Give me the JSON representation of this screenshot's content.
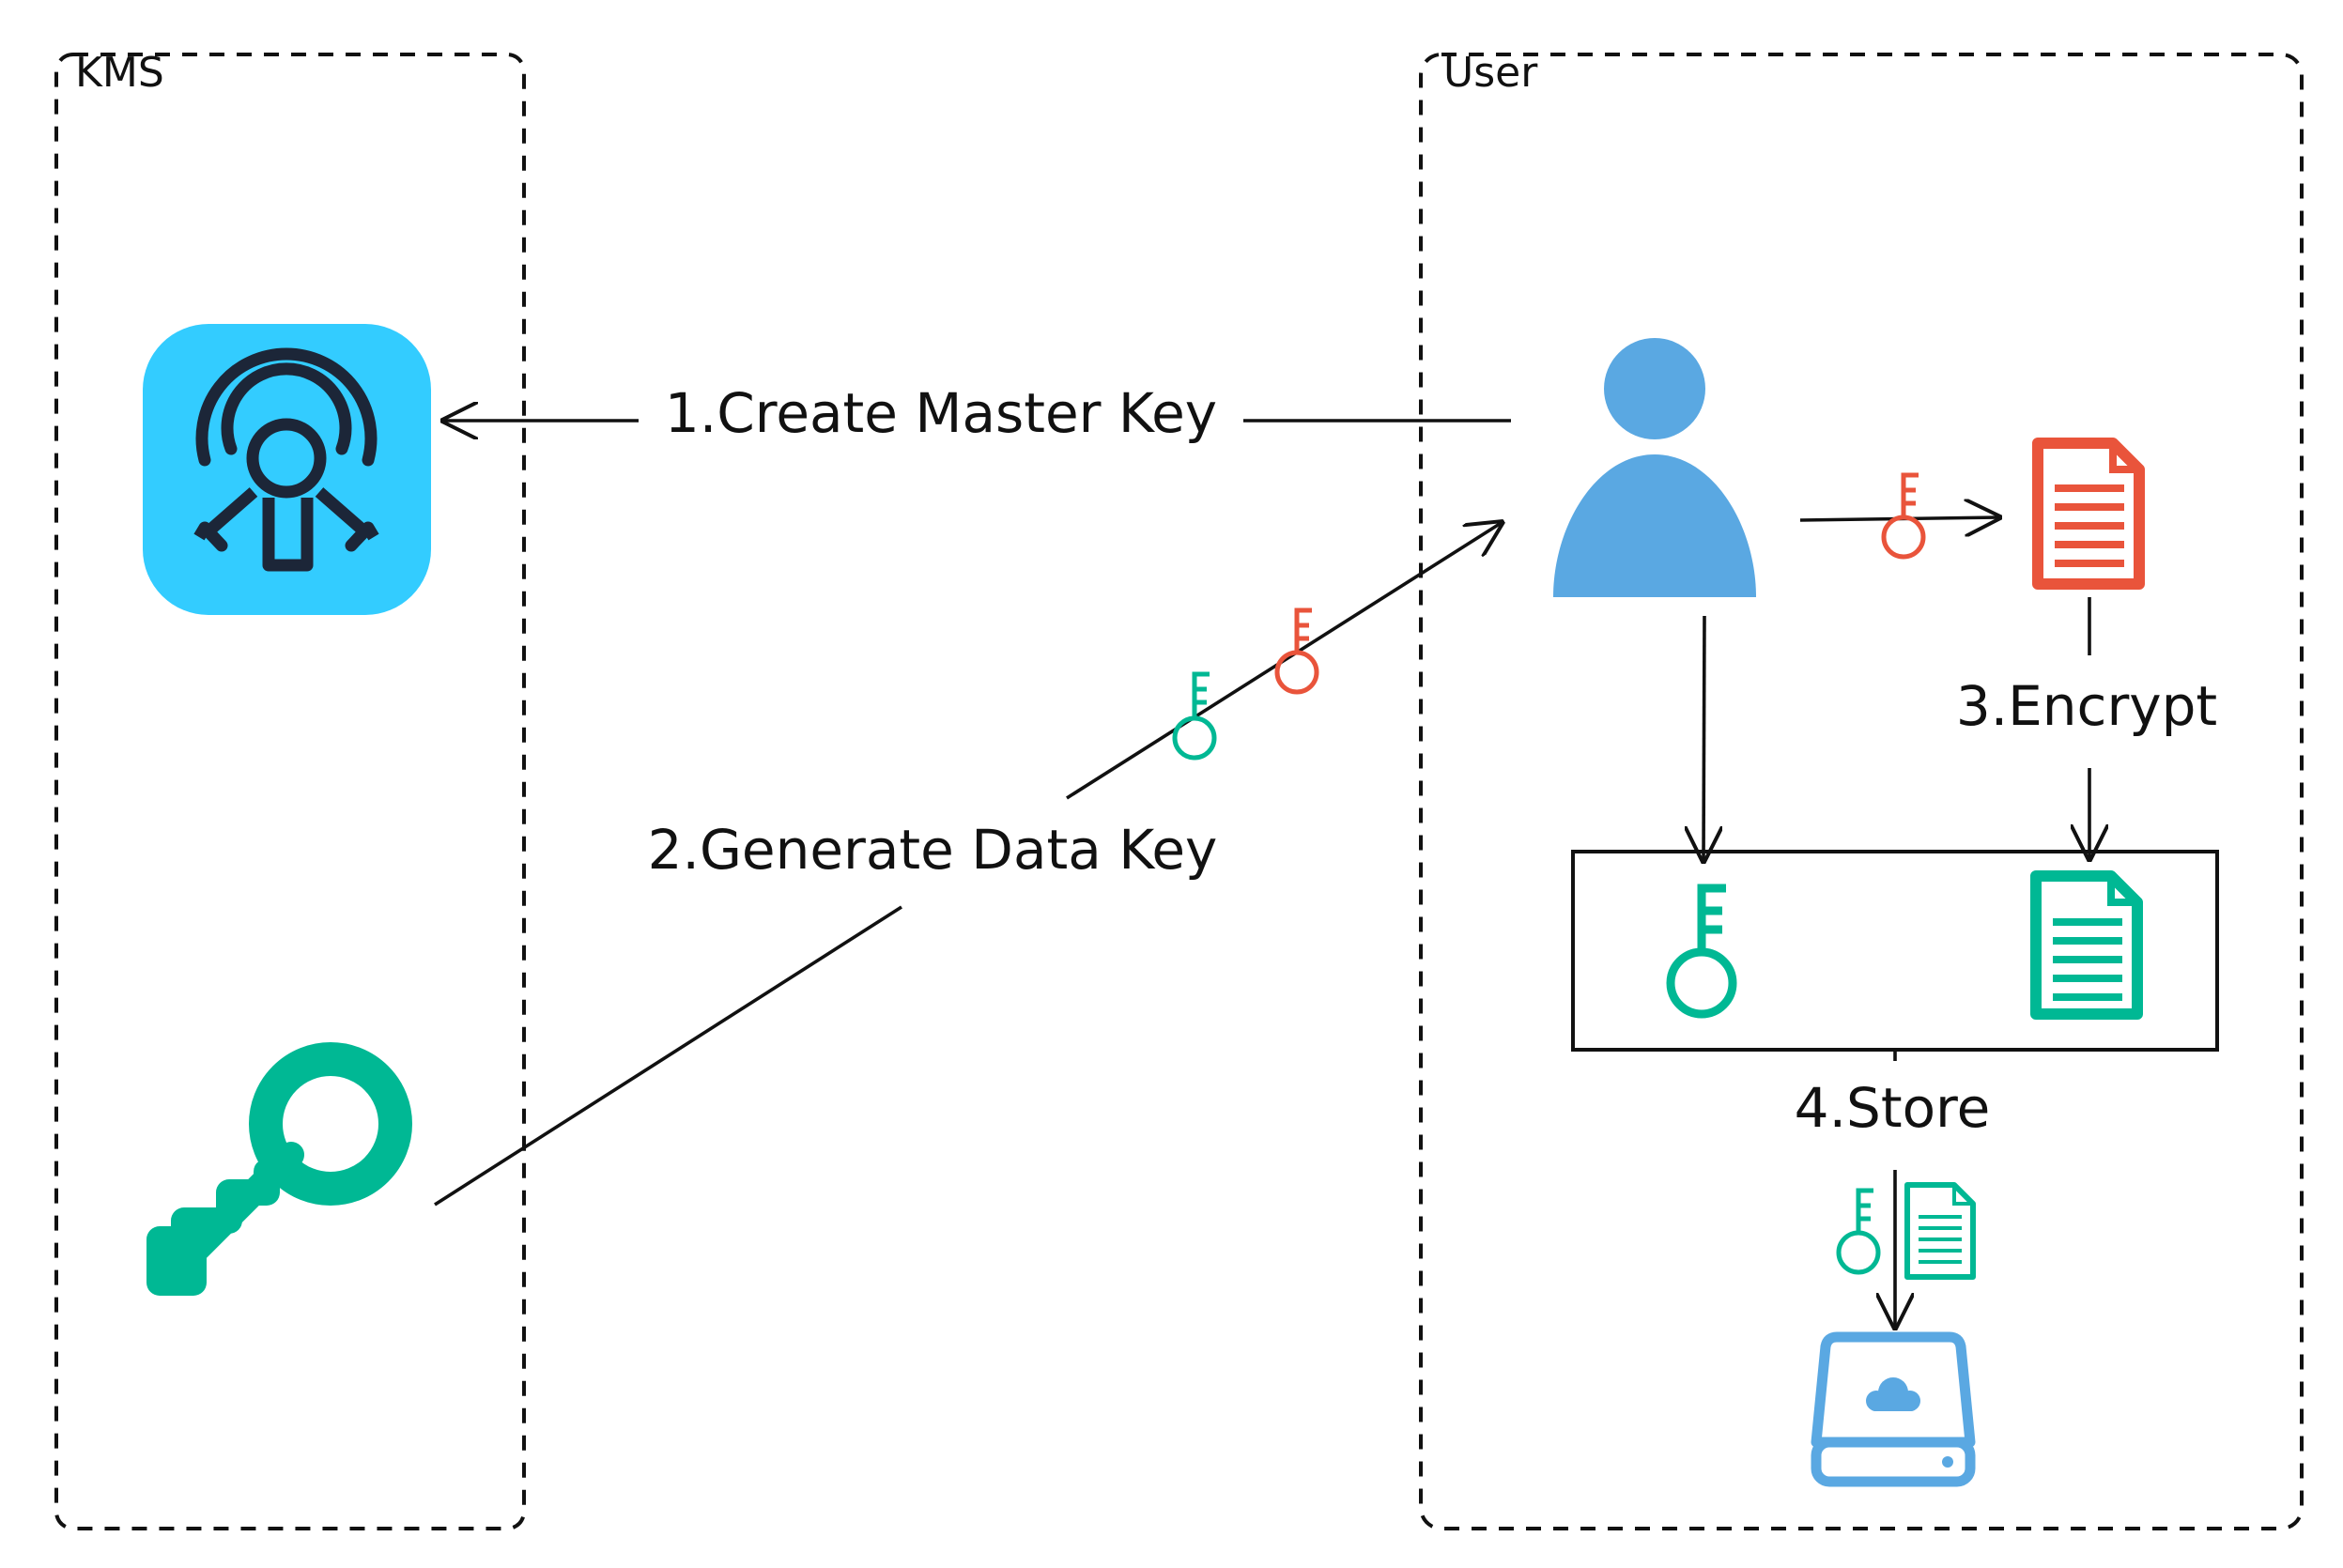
{
  "groups": {
    "kms": {
      "label": "KMS"
    },
    "user": {
      "label": "User"
    }
  },
  "steps": {
    "create_master_key": "1.Create Master Key",
    "generate_data_key": "2.Generate Data Key",
    "encrypt": "3.Encrypt",
    "store": "4.Store"
  },
  "icons": {
    "kms_service": "kms-master-key-icon",
    "data_key": "data-key-icon",
    "user": "user-icon",
    "plain_document": "plaintext-document-icon",
    "encrypted_document": "encrypted-document-icon",
    "storage": "cloud-storage-drive-icon"
  },
  "colors": {
    "kms_tile": "#33ccff",
    "kms_symbol": "#1c2638",
    "data_key": "#00b894",
    "master_key": "#e9543b",
    "user": "#5aa8e2",
    "storage": "#5aa8e2",
    "line": "#111111"
  }
}
